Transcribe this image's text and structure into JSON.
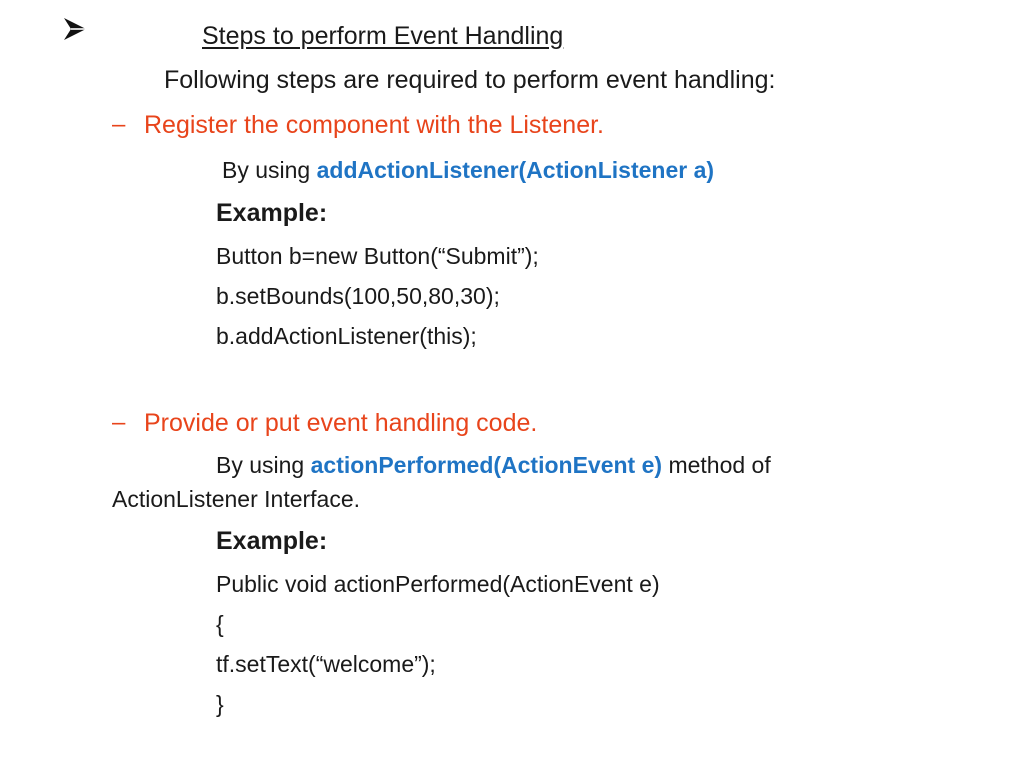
{
  "heading": "Steps to perform Event Handling",
  "intro": "Following steps are required to perform event handling:",
  "colors": {
    "step_text": "#e8441b",
    "method_name": "#1f74c4",
    "body_text": "#1a1a1a"
  },
  "steps": [
    {
      "marker": "–",
      "text": "Register the component with the Listener.",
      "using_prefix": "By using ",
      "method": "addActionListener(ActionListener a)",
      "using_suffix": "",
      "example_label": "Example:",
      "code": [
        "Button b=new Button(“Submit”);",
        "b.setBounds(100,50,80,30);",
        "b.addActionListener(this);"
      ]
    },
    {
      "marker": "–",
      "text": "Provide or put event handling code.",
      "using_prefix": "By using ",
      "method": "actionPerformed(ActionEvent e)",
      "using_suffix": " method of",
      "using_continuation": "ActionListener Interface.",
      "example_label": "Example:",
      "code": [
        "Public void actionPerformed(ActionEvent e)",
        "{",
        "tf.setText(“welcome”);",
        "}"
      ]
    }
  ]
}
